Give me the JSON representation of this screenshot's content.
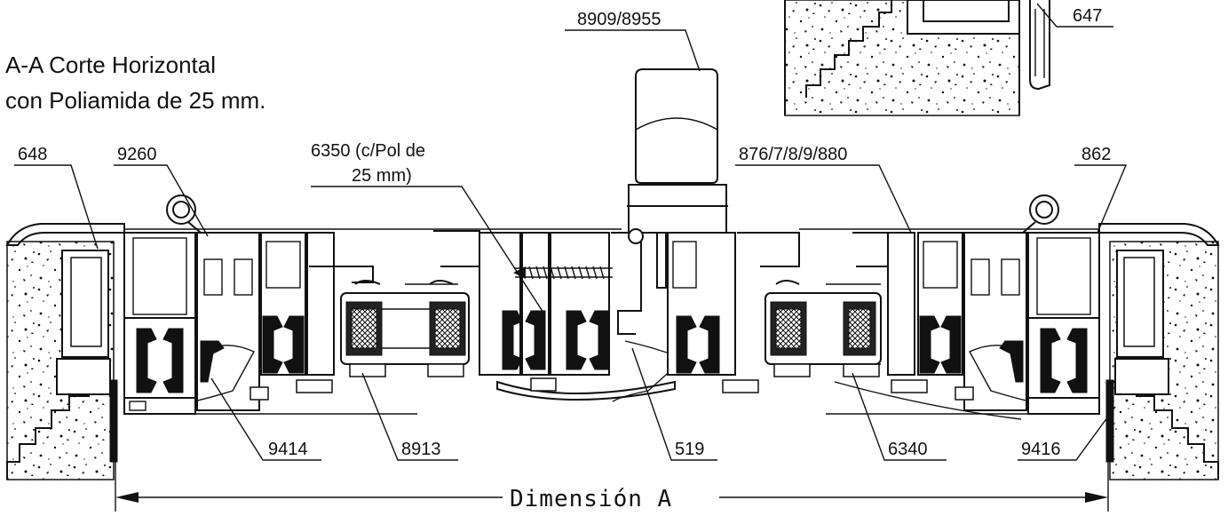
{
  "title_line1": "A-A Corte Horizontal",
  "title_line2": "con Poliamida de 25 mm.",
  "labels": {
    "l648": "648",
    "l9260": "9260",
    "l6350a": "6350 (c/Pol de",
    "l6350b": "25 mm)",
    "l8909": "8909/8955",
    "l876": "876/7/8/9/880",
    "l862": "862",
    "l647": "647",
    "l9414": "9414",
    "l8913": "8913",
    "l519": "519",
    "l6340": "6340",
    "l9416": "9416"
  },
  "dimension_label": "Dimensión  A"
}
